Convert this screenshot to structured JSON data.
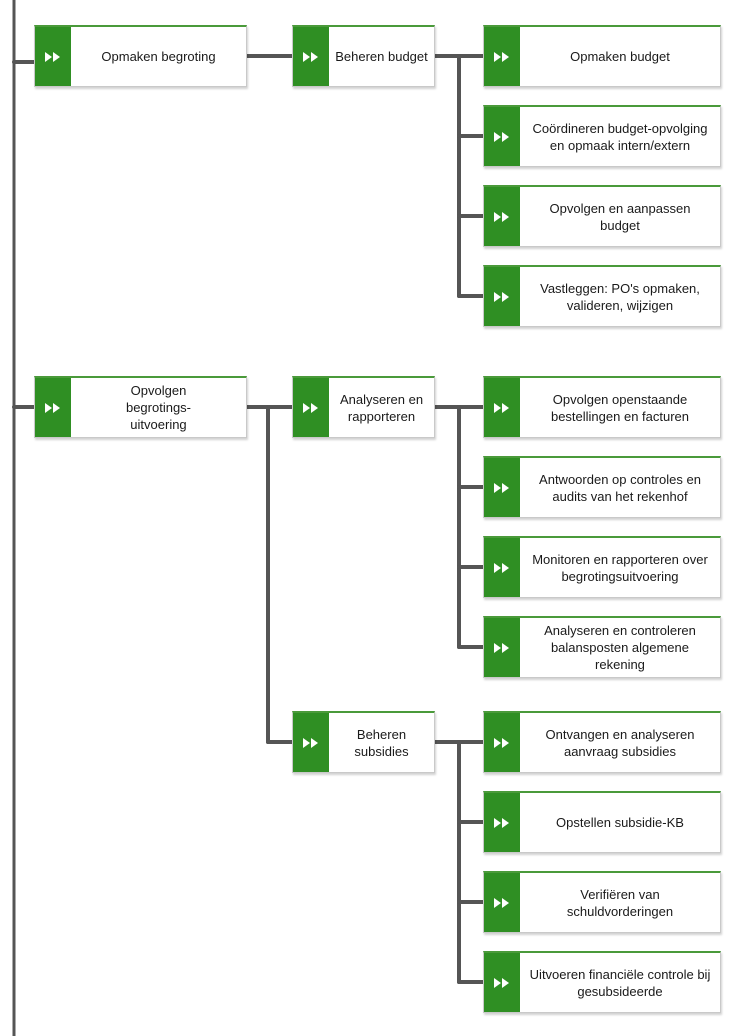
{
  "colors": {
    "accent": "#2f8f23",
    "connector": "#555555",
    "border": "#c9c9c9"
  },
  "icon": "fast-forward-icon",
  "nodes": {
    "l1_0": "Opmaken begroting",
    "l1_1": "Opvolgen\nbegrotings-\nuitvoering",
    "l2_0": "Beheren budget",
    "l2_1": "Analyseren en\nrapporteren",
    "l2_2": "Beheren\nsubsidies",
    "l3_0": "Opmaken budget",
    "l3_1": "Coördineren budget-opvolging\nen opmaak intern/extern",
    "l3_2": "Opvolgen en aanpassen\nbudget",
    "l3_3": "Vastleggen: PO's opmaken,\nvalideren, wijzigen",
    "l3_4": "Opvolgen openstaande\nbestellingen en facturen",
    "l3_5": "Antwoorden op controles en\naudits van het rekenhof",
    "l3_6": "Monitoren en rapporteren over\nbegrotingsuitvoering",
    "l3_7": "Analyseren en controleren\nbalansposten algemene\nrekening",
    "l3_8": "Ontvangen en analyseren\naanvraag subsidies",
    "l3_9": "Opstellen subsidie-KB",
    "l3_10": "Verifiëren van\nschuldvorderingen",
    "l3_11": "Uitvoeren financiële controle bij\ngesubsideerde"
  }
}
